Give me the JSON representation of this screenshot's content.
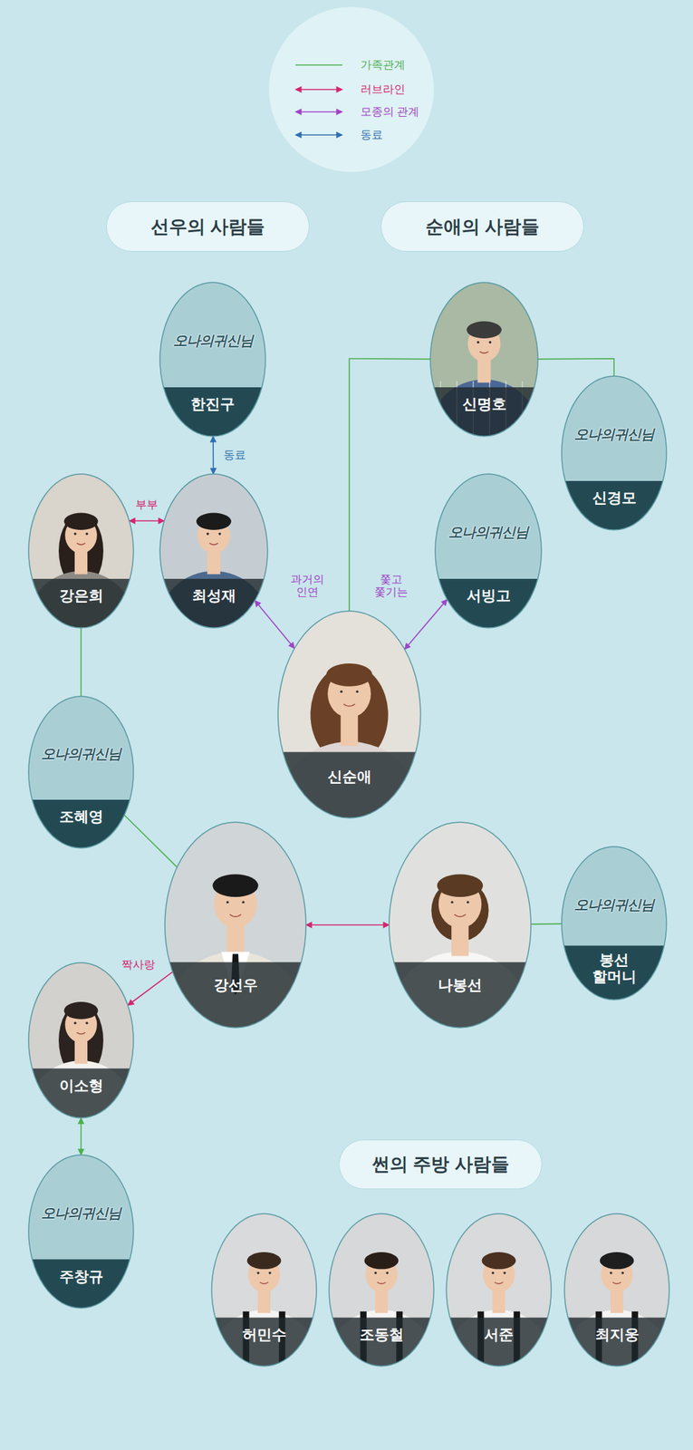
{
  "diagram": {
    "nodes": [
      {
        "text": [
          "선우의 사람들"
        ]
      },
      {
        "text": [
          "순애의 사람들"
        ]
      },
      {
        "text": [
          "오나의귀신님",
          "한진구"
        ]
      },
      {
        "text": [
          "신명호"
        ]
      },
      {
        "text": [
          "오나의귀신님",
          "신경모"
        ]
      },
      {
        "text": [
          "강은희"
        ]
      },
      {
        "text": [
          "최성재"
        ]
      },
      {
        "text": [
          "오나의귀신님",
          "서빙고"
        ]
      },
      {
        "text": [
          "신순애"
        ]
      },
      {
        "text": [
          "오나의귀신님",
          "조혜영"
        ]
      },
      {
        "text": [
          "강선우"
        ]
      },
      {
        "text": [
          "나봉선"
        ]
      },
      {
        "text": [
          "오나의귀신님",
          "봉선 할머니"
        ]
      },
      {
        "text": [
          "이소형"
        ]
      },
      {
        "text": [
          "오나의귀신님",
          "주창규"
        ]
      },
      {
        "text": [
          "썬의 주방 사람들"
        ]
      },
      {
        "text": [
          "허민수"
        ]
      },
      {
        "text": [
          "조동철"
        ]
      },
      {
        "text": [
          "서준"
        ]
      },
      {
        "text": [
          "최지웅"
        ]
      }
    ],
    "edges": [
      {
        "from": 2,
        "to": 6,
        "label": "동료",
        "arrow": "both"
      },
      {
        "from": 5,
        "to": 6,
        "label": "부부",
        "arrow": "both"
      },
      {
        "from": 6,
        "to": 8,
        "label": "과거의 인연",
        "arrow": "both"
      },
      {
        "from": 8,
        "to": 7,
        "label": "쫓고 쫓기는",
        "arrow": "both"
      },
      {
        "from": 3,
        "to": 8,
        "arrow": "none"
      },
      {
        "from": 3,
        "to": 4,
        "arrow": "none"
      },
      {
        "from": 5,
        "to": 9,
        "arrow": "none"
      },
      {
        "from": 9,
        "to": 10,
        "arrow": "none"
      },
      {
        "from": 10,
        "to": 11,
        "arrow": "both"
      },
      {
        "from": 11,
        "to": 12,
        "arrow": "none"
      },
      {
        "from": 10,
        "to": 13,
        "label": "짝사랑",
        "arrow": "to"
      },
      {
        "from": 13,
        "to": 14,
        "arrow": "both"
      }
    ],
    "legend": [
      {
        "text": "가족관계"
      },
      {
        "text": "러브라인"
      },
      {
        "text": "모종의 관계"
      },
      {
        "text": "동료"
      }
    ]
  }
}
